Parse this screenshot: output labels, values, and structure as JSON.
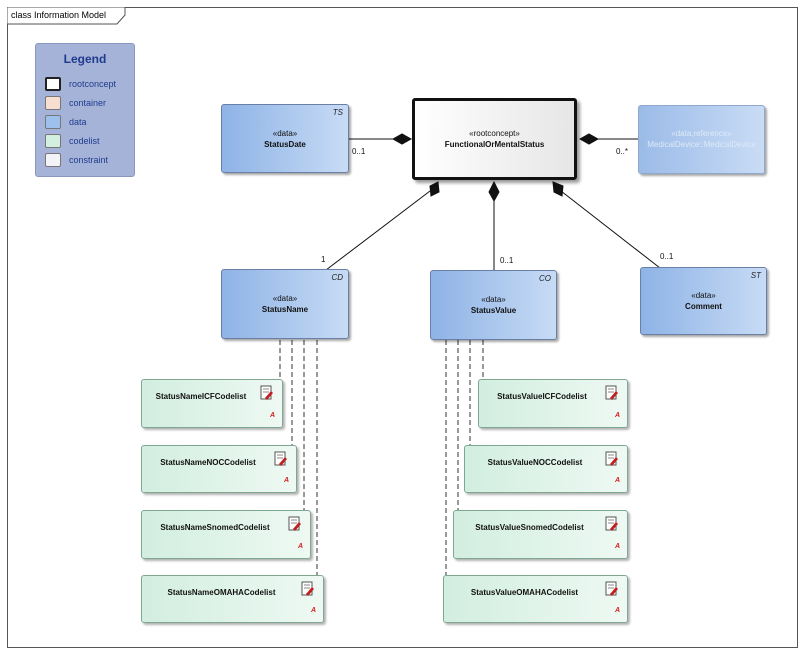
{
  "frame": {
    "title": "class Information Model"
  },
  "legend": {
    "title": "Legend",
    "items": [
      {
        "label": "rootconcept",
        "color": "#ffffff",
        "icon": "rootconcept-swatch"
      },
      {
        "label": "container",
        "color": "#f6ded0",
        "icon": "container-swatch"
      },
      {
        "label": "data",
        "color": "#9dc0ec",
        "icon": "data-swatch"
      },
      {
        "label": "codelist",
        "color": "#d3efdf",
        "icon": "codelist-swatch"
      },
      {
        "label": "constraint",
        "color": "#f3f3f8",
        "icon": "constraint-swatch"
      }
    ]
  },
  "root": {
    "stereotype": "«rootconcept»",
    "name": "FunctionalOrMentalStatus"
  },
  "classes": {
    "status_date": {
      "stereotype": "«data»",
      "name": "StatusDate",
      "type": "TS"
    },
    "medical_device": {
      "stereotype": "«data,reference»",
      "name": "MedicalDevice::MedicalDevice"
    },
    "status_name": {
      "stereotype": "«data»",
      "name": "StatusName",
      "type": "CD"
    },
    "status_value": {
      "stereotype": "«data»",
      "name": "StatusValue",
      "type": "CO"
    },
    "comment": {
      "stereotype": "«data»",
      "name": "Comment",
      "type": "ST"
    }
  },
  "multiplicities": {
    "status_date": "0..1",
    "medical_device": "0..*",
    "status_name": "1",
    "status_value": "0..1",
    "comment": "0..1"
  },
  "codelists": {
    "name": [
      {
        "name": "StatusNameICFCodelist",
        "mark": "A"
      },
      {
        "name": "StatusNameNOCCodelist",
        "mark": "A"
      },
      {
        "name": "StatusNameSnomedCodelist",
        "mark": "A"
      },
      {
        "name": "StatusNameOMAHACodelist",
        "mark": "A"
      }
    ],
    "value": [
      {
        "name": "StatusValueICFCodelist",
        "mark": "A"
      },
      {
        "name": "StatusValueNOCCodelist",
        "mark": "A"
      },
      {
        "name": "StatusValueSnomedCodelist",
        "mark": "A"
      },
      {
        "name": "StatusValueOMAHACodelist",
        "mark": "A"
      }
    ]
  }
}
